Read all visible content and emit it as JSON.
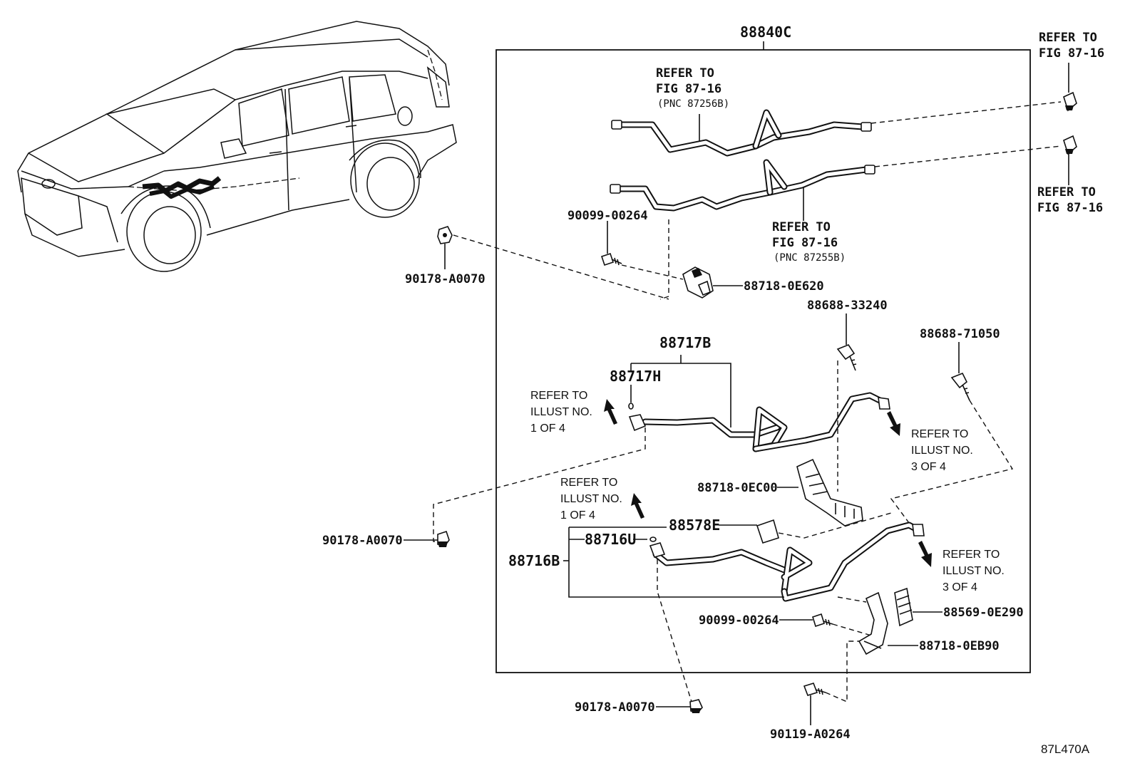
{
  "labels": {
    "assembly": "88840C",
    "p_88717B": "88717B",
    "p_88717H": "88717H",
    "p_88716B": "88716B",
    "p_88716U": "88716U",
    "p_88578E": "88578E",
    "p_90099_upper": "90099-00264",
    "p_90099_lower": "90099-00264",
    "p_90178_top": "90178-A0070",
    "p_90178_mid": "90178-A0070",
    "p_90178_bottom": "90178-A0070",
    "p_88718_0E620": "88718-0E620",
    "p_88688_33240": "88688-33240",
    "p_88688_71050": "88688-71050",
    "p_88718_0EC00": "88718-0EC00",
    "p_88569_0E290": "88569-0E290",
    "p_88718_0EB90": "88718-0EB90",
    "p_90119_A0264": "90119-A0264",
    "diagram_code": "87L470A"
  },
  "refs": {
    "fig_upper": [
      "REFER TO",
      "FIG 87-16",
      "(PNC 87256B)"
    ],
    "fig_mid": [
      "REFER TO",
      "FIG 87-16",
      "(PNC 87255B)"
    ],
    "fig_top_right": [
      "REFER TO",
      "FIG 87-16"
    ],
    "fig_right_lower": [
      "REFER TO",
      "FIG 87-16"
    ],
    "illust_left_upper": [
      "REFER TO",
      "ILLUST NO.",
      "1 OF 4"
    ],
    "illust_left_lower": [
      "REFER TO",
      "ILLUST NO.",
      "1 OF 4"
    ],
    "illust_right_upper": [
      "REFER TO",
      "ILLUST NO.",
      "3 OF 4"
    ],
    "illust_right_lower": [
      "REFER TO",
      "ILLUST NO.",
      "3 OF 4"
    ]
  }
}
